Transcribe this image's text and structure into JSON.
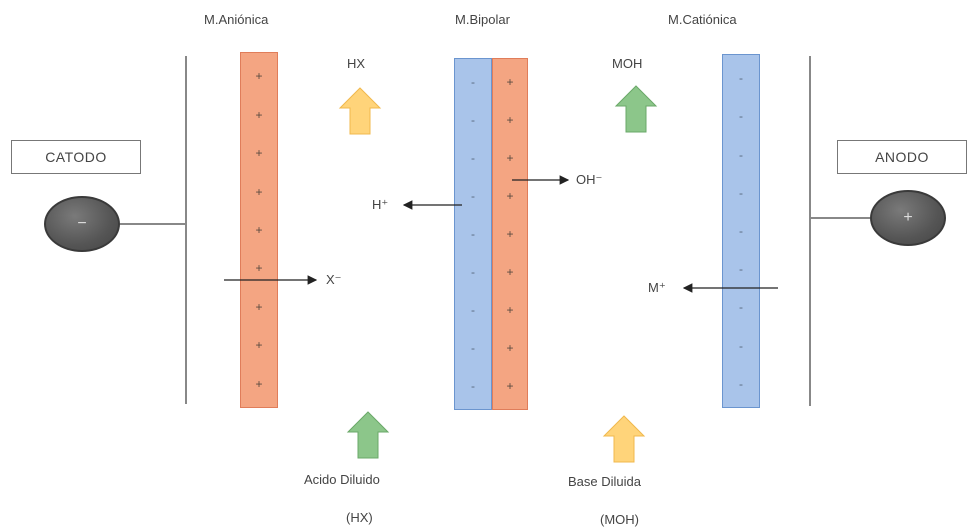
{
  "membranes": {
    "anionic_label": "M.Aniónica",
    "bipolar_label": "M.Bipolar",
    "cationic_label": "M.Catiónica",
    "anionic_signs": [
      "+",
      "+",
      "+",
      "+",
      "+",
      "+",
      "+",
      "+",
      "+"
    ],
    "bipolar_left_signs": [
      "-",
      "-",
      "-",
      "-",
      "-",
      "-",
      "-",
      "-",
      "-"
    ],
    "bipolar_right_signs": [
      "+",
      "+",
      "+",
      "+",
      "+",
      "+",
      "+",
      "+",
      "+"
    ],
    "cationic_signs": [
      "-",
      "-",
      "-",
      "-",
      "-",
      "-",
      "-",
      "-",
      "-"
    ]
  },
  "electrodes": {
    "cathode_label": "CATODO",
    "anode_label": "ANODO",
    "cathode_sign": "−",
    "anode_sign": "+"
  },
  "products": {
    "acid": "HX",
    "base": "MOH"
  },
  "ions": {
    "x": "X⁻",
    "h": "H⁺",
    "oh": "OH⁻",
    "m": "M⁺"
  },
  "inputs": {
    "acid_line1": "Acido Diluido",
    "acid_line2": "(HX)",
    "base_line1": "Base Diluida",
    "base_line2": "(MOH)"
  },
  "colors": {
    "anionic_membrane": "#f4a582",
    "cationic_membrane": "#a9c4ea",
    "up_arrow_yellow": "#ffd47a",
    "up_arrow_green": "#8cc68a"
  }
}
